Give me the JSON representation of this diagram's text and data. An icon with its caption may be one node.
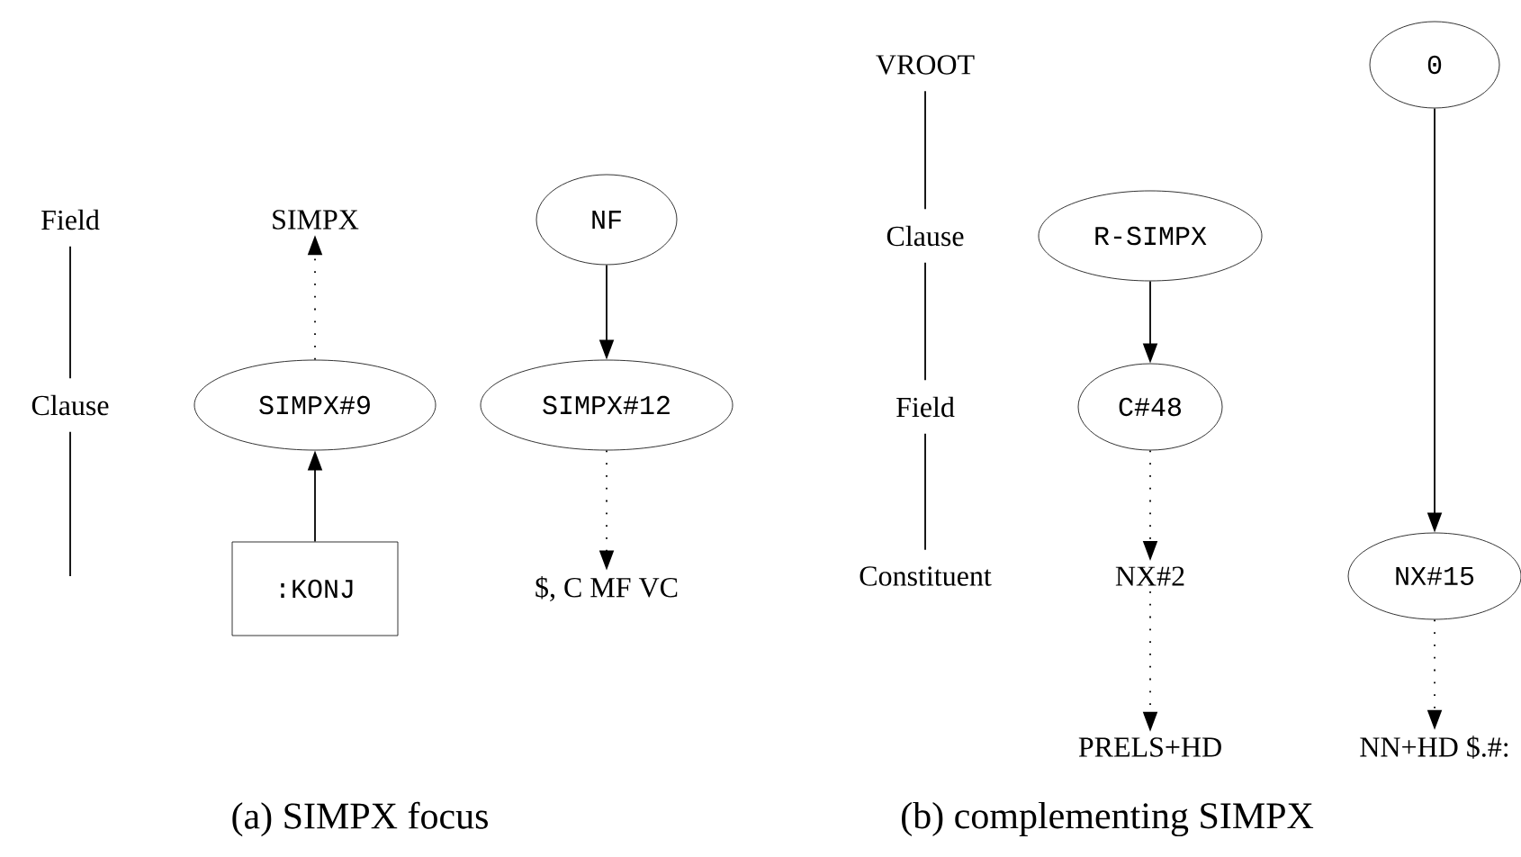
{
  "diagram": {
    "nodes": [
      {
        "text": [
          "Field"
        ]
      },
      {
        "text": [
          "Clause"
        ]
      },
      {
        "text": [
          "SIMPX"
        ]
      },
      {
        "text": [
          "SIMPX#9"
        ]
      },
      {
        "text": [
          ":KONJ"
        ]
      },
      {
        "text": [
          "NF"
        ]
      },
      {
        "text": [
          "SIMPX#12"
        ]
      },
      {
        "text": [
          "$, C MF VC"
        ]
      },
      {
        "text": [
          "VROOT"
        ]
      },
      {
        "text": [
          "Clause"
        ]
      },
      {
        "text": [
          "Field"
        ]
      },
      {
        "text": [
          "Constituent"
        ]
      },
      {
        "text": [
          "R-SIMPX"
        ]
      },
      {
        "text": [
          "C#48"
        ]
      },
      {
        "text": [
          "NX#2"
        ]
      },
      {
        "text": [
          "PRELS+HD"
        ]
      },
      {
        "text": [
          "0"
        ]
      },
      {
        "text": [
          "NX#15"
        ]
      },
      {
        "text": [
          "NN+HD $.#:"
        ]
      }
    ],
    "edges": [
      {
        "from": 0,
        "to": 1,
        "arrow": "none"
      },
      {
        "from": 1,
        "to": null,
        "arrow": "none"
      },
      {
        "from": 3,
        "to": 2,
        "arrow": "to",
        "style": "dashed"
      },
      {
        "from": 4,
        "to": 3,
        "arrow": "to"
      },
      {
        "from": 5,
        "to": 6,
        "arrow": "to"
      },
      {
        "from": 6,
        "to": 7,
        "arrow": "to",
        "style": "dashed"
      },
      {
        "from": 8,
        "to": 9,
        "arrow": "none"
      },
      {
        "from": 9,
        "to": 10,
        "arrow": "none"
      },
      {
        "from": 10,
        "to": 11,
        "arrow": "none"
      },
      {
        "from": 12,
        "to": 13,
        "arrow": "to"
      },
      {
        "from": 13,
        "to": 14,
        "arrow": "to",
        "style": "dashed"
      },
      {
        "from": 14,
        "to": 15,
        "arrow": "to",
        "style": "dashed"
      },
      {
        "from": 16,
        "to": 17,
        "arrow": "to"
      },
      {
        "from": 17,
        "to": 18,
        "arrow": "to",
        "style": "dashed"
      }
    ],
    "labels": [
      "(a) SIMPX focus",
      "(b) complementing SIMPX"
    ]
  }
}
